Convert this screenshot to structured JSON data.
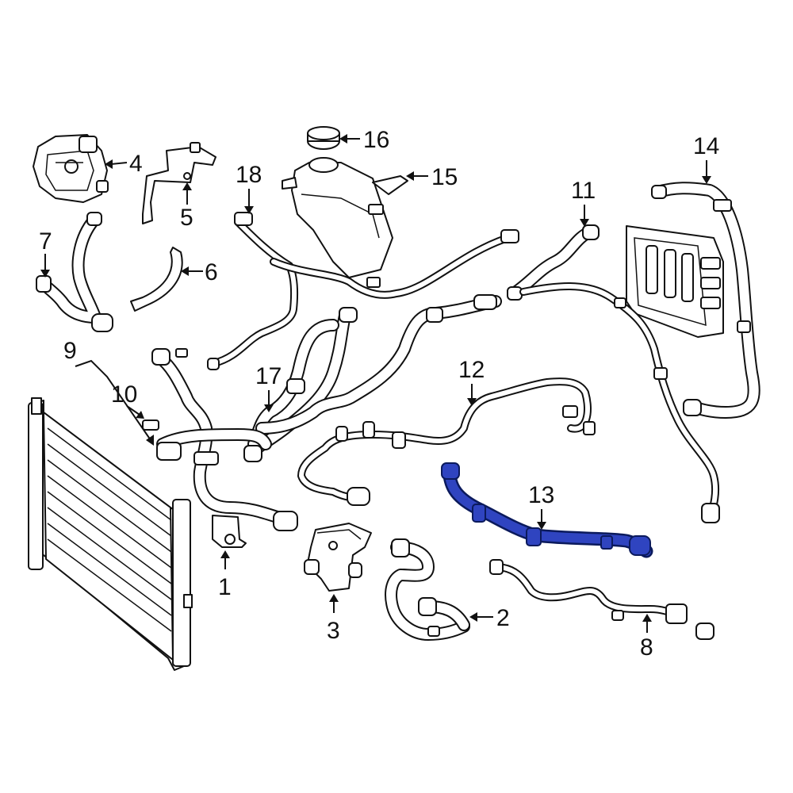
{
  "diagram": {
    "highlight_color": "#2f44c0",
    "line_color": "#111111",
    "callouts": [
      {
        "id": "1",
        "label": "1"
      },
      {
        "id": "2",
        "label": "2"
      },
      {
        "id": "3",
        "label": "3"
      },
      {
        "id": "4",
        "label": "4"
      },
      {
        "id": "5",
        "label": "5"
      },
      {
        "id": "6",
        "label": "6"
      },
      {
        "id": "7",
        "label": "7"
      },
      {
        "id": "8",
        "label": "8"
      },
      {
        "id": "9",
        "label": "9"
      },
      {
        "id": "10",
        "label": "10"
      },
      {
        "id": "11",
        "label": "11"
      },
      {
        "id": "12",
        "label": "12"
      },
      {
        "id": "13",
        "label": "13"
      },
      {
        "id": "14",
        "label": "14"
      },
      {
        "id": "15",
        "label": "15"
      },
      {
        "id": "16",
        "label": "16"
      },
      {
        "id": "17",
        "label": "17"
      },
      {
        "id": "18",
        "label": "18"
      }
    ]
  }
}
